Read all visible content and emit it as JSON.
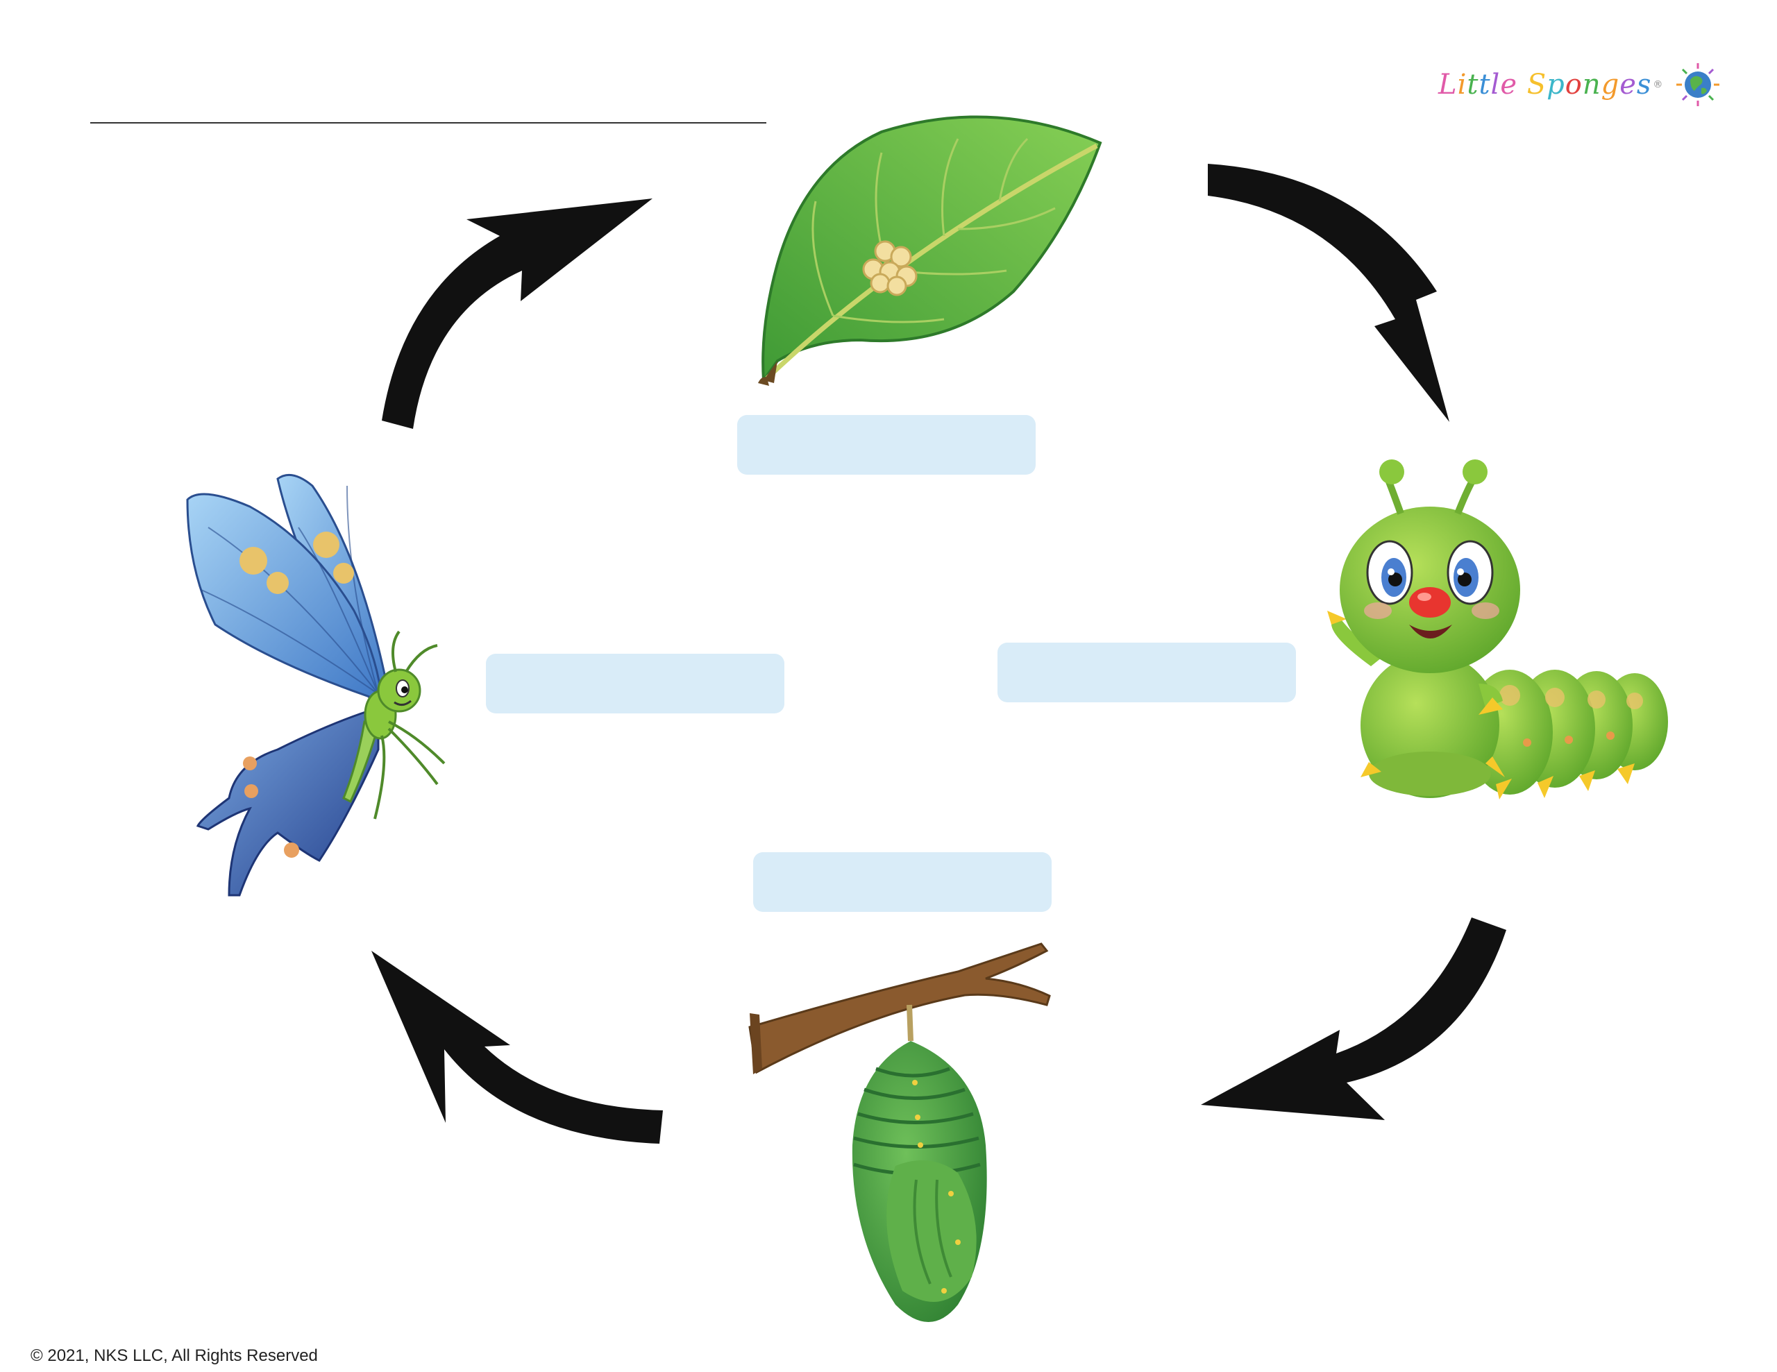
{
  "brand": {
    "name": "Little Sponges",
    "registered_mark": "®",
    "letter_colors": [
      "#e05aa8",
      "#f39a2c",
      "#49b24f",
      "#3b8fd6",
      "#a45bd1",
      "#e05aa8",
      "#f6c02c",
      "#3bb6c9",
      "#e2413f",
      "#49b24f",
      "#f39a2c",
      "#a45bd1",
      "#3b8fd6",
      "#e05aa8"
    ]
  },
  "copyright": "© 2021, NKS LLC, All Rights Reserved",
  "stages": [
    {
      "id": "eggs",
      "icon": "leaf-with-eggs-icon"
    },
    {
      "id": "caterpillar",
      "icon": "caterpillar-icon"
    },
    {
      "id": "chrysalis",
      "icon": "chrysalis-icon"
    },
    {
      "id": "butterfly",
      "icon": "butterfly-icon"
    }
  ],
  "colors": {
    "label_box": "#d9ecf8",
    "arrow": "#111111",
    "leaf": "#5cb84a",
    "caterpillar": "#8ac83d",
    "chrysalis": "#3f9a3a",
    "butterfly_wing": "#6aa9e0"
  }
}
